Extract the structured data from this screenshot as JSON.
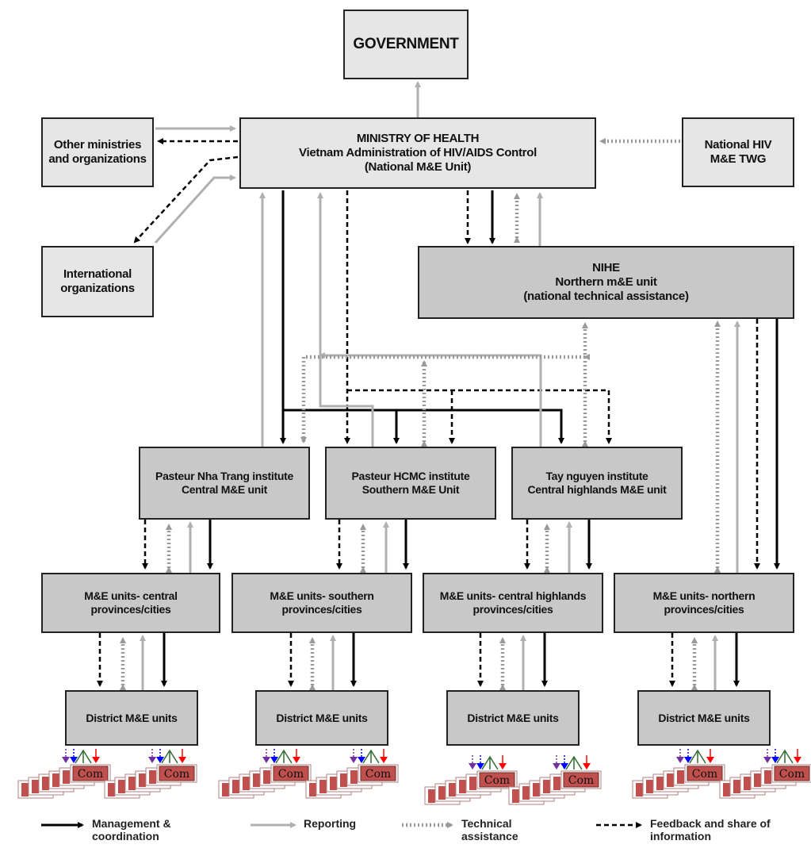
{
  "nodes": {
    "government": "GOVERNMENT",
    "moh": [
      "MINISTRY OF HEALTH",
      "Vietnam Administration of HIV/AIDS Control",
      "(National M&E Unit)"
    ],
    "other_ministries": [
      "Other ministries",
      "and organizations"
    ],
    "national_twg": [
      "National HIV",
      "M&E TWG"
    ],
    "international": [
      "International",
      "organizations"
    ],
    "nihe": [
      "NIHE",
      "Northern m&E unit",
      "(national technical assistance)"
    ],
    "nha_trang": [
      "Pasteur Nha Trang institute",
      "Central M&E unit"
    ],
    "hcmc": [
      "Pasteur HCMC institute",
      "Southern M&E Unit"
    ],
    "tay_nguyen": [
      "Tay nguyen institute",
      "Central highlands M&E unit"
    ],
    "me_central": [
      "M&E units- central",
      "provinces/cities"
    ],
    "me_southern": [
      "M&E units- southern",
      "provinces/cities"
    ],
    "me_highlands": [
      "M&E units- central highlands",
      "provinces/cities"
    ],
    "me_northern": [
      "M&E units- northern",
      "provinces/cities"
    ],
    "district": "District M&E units",
    "commune_label": "Com"
  },
  "legend": {
    "management": [
      "Management &",
      "coordination"
    ],
    "reporting": "Reporting",
    "technical": [
      "Technical",
      "assistance"
    ],
    "feedback": [
      "Feedback and share of",
      "information"
    ]
  },
  "colors": {
    "management": "#000000",
    "reporting": "#b0b0b0",
    "technical": "#9a9a9a",
    "feedback": "#000000",
    "commune": "#c0504d",
    "arrow_purple": "#7030a0",
    "arrow_blue": "#0000ff",
    "arrow_green": "#2e6b2e",
    "arrow_red": "#ff0000"
  }
}
